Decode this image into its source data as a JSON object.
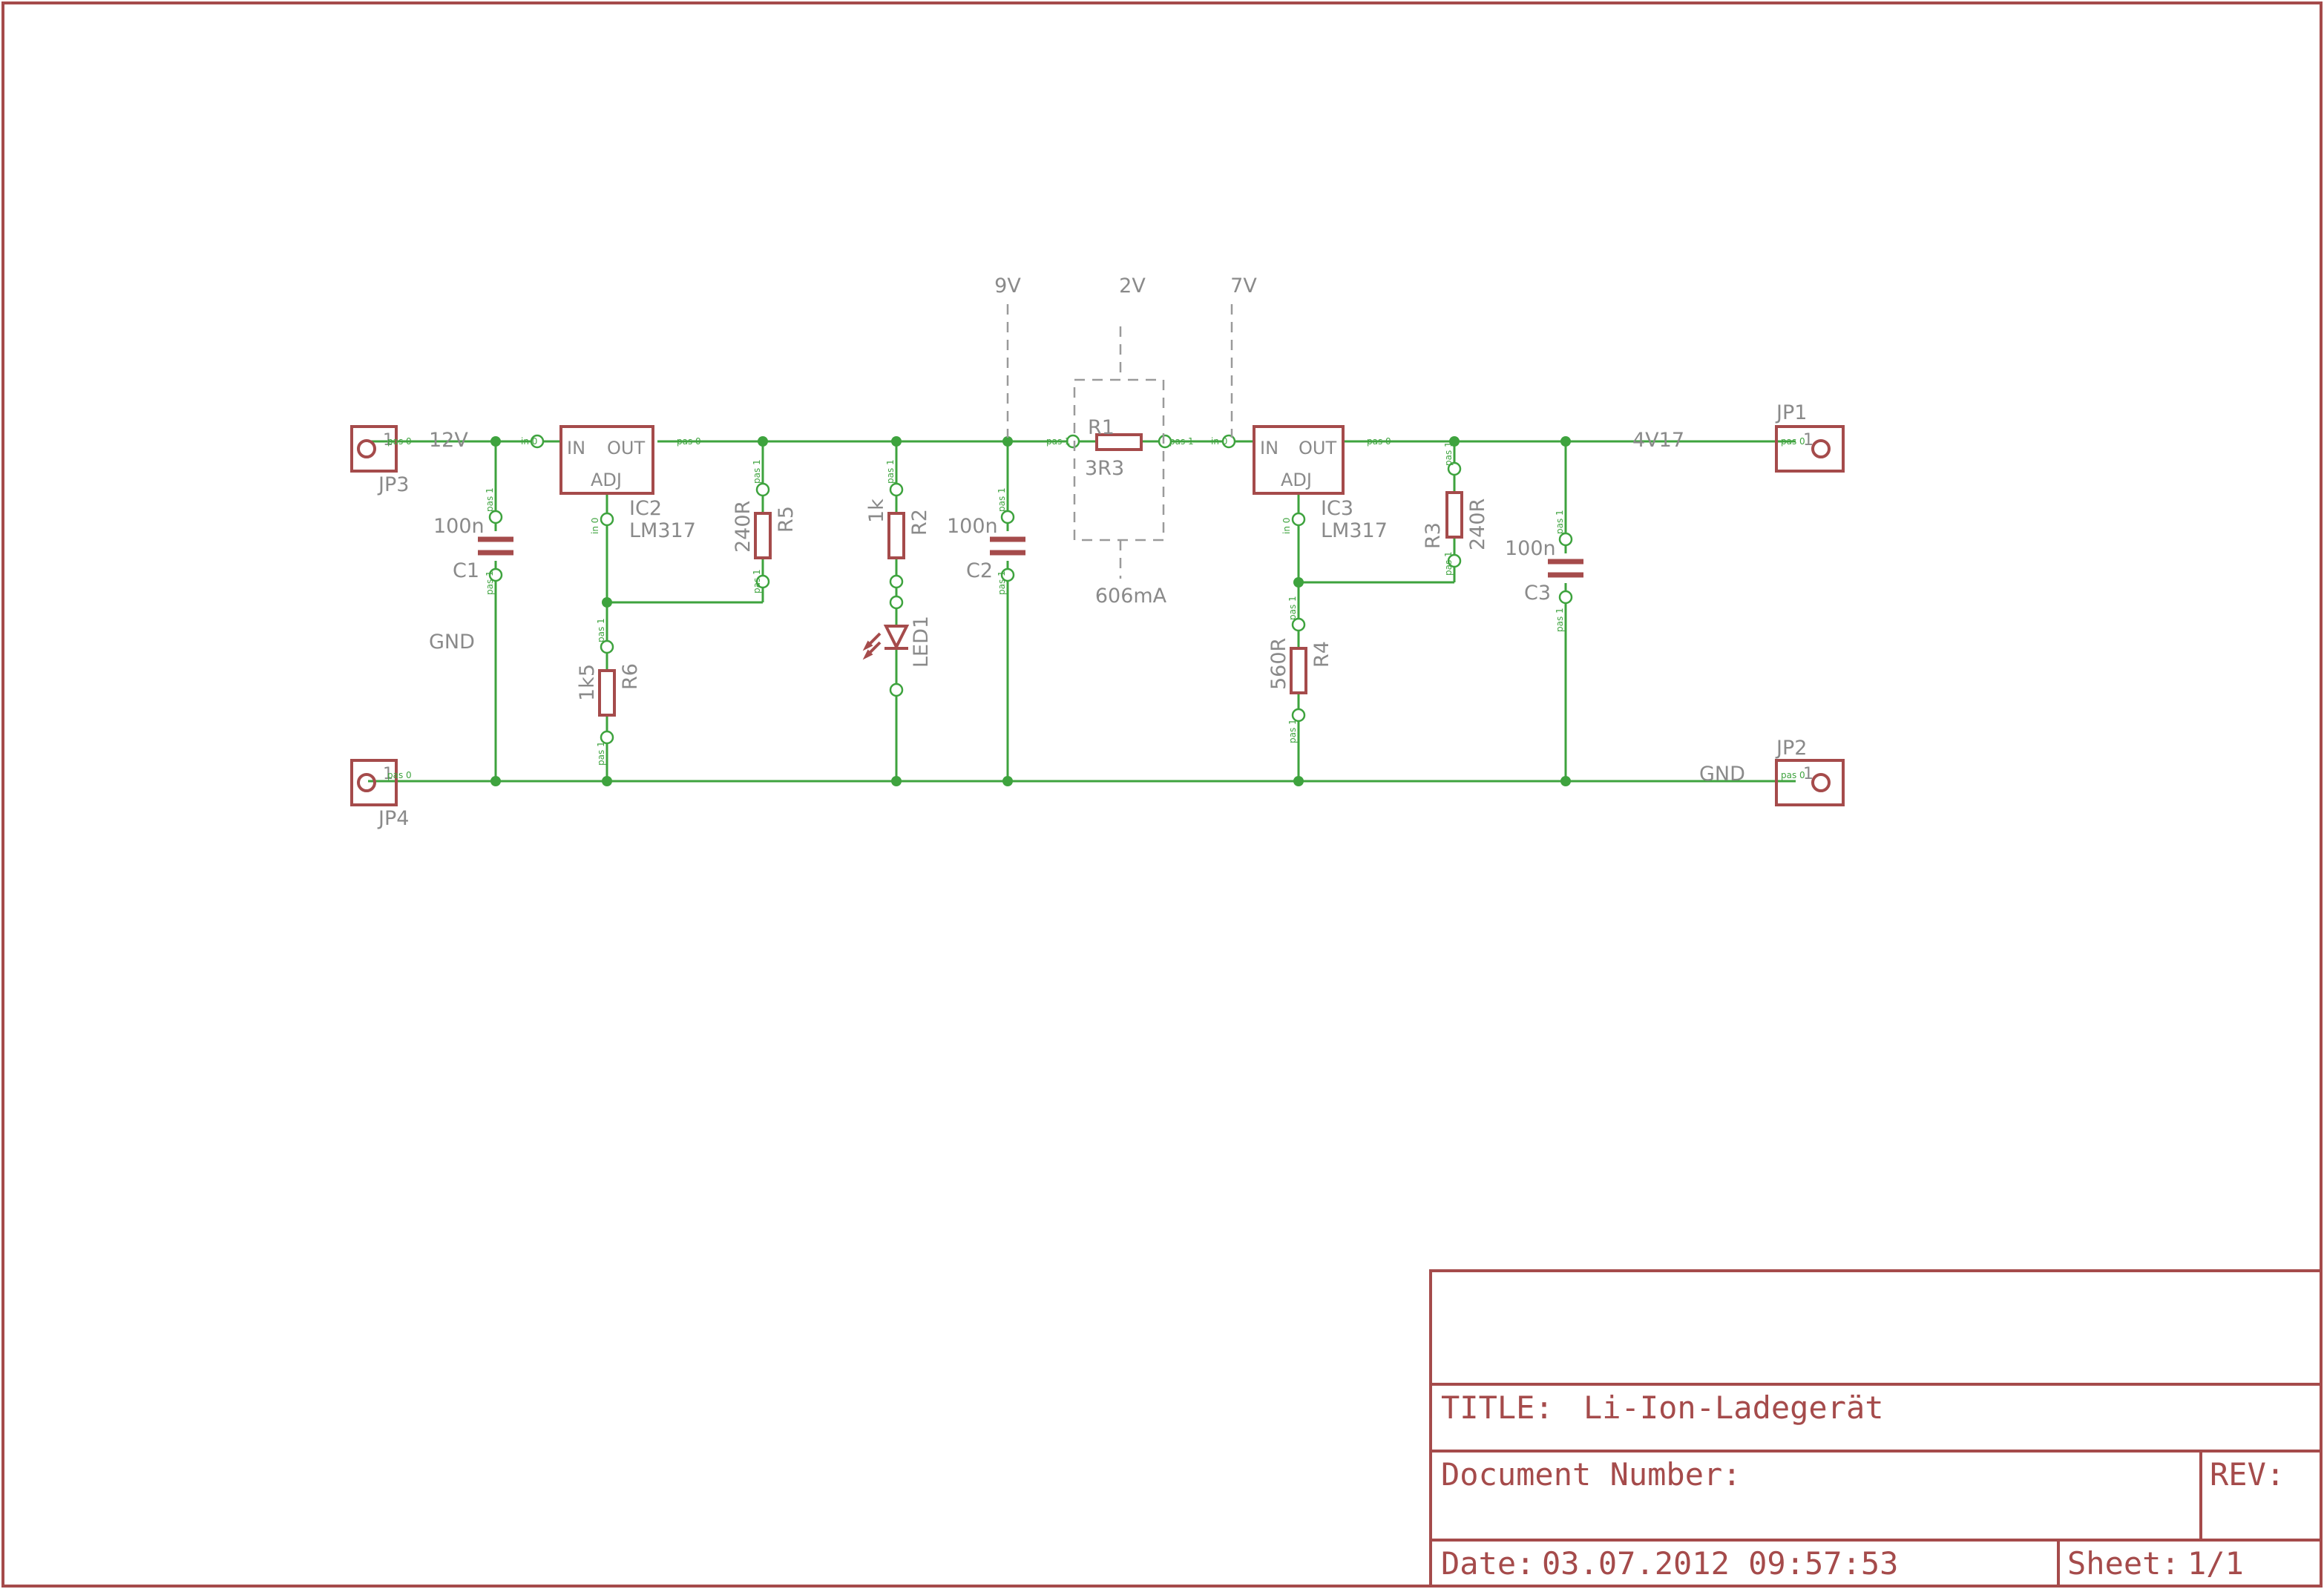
{
  "title_block": {
    "title_label": "TITLE:",
    "title_value": "Li-Ion-Ladegerät",
    "document_number_label": "Document Number:",
    "rev_label": "REV:",
    "date_label": "Date:",
    "date_value": "03.07.2012 09:57:53",
    "sheet_label": "Sheet:",
    "sheet_value": "1/1"
  },
  "connectors": {
    "jp1": {
      "name": "JP1",
      "pin": "1"
    },
    "jp2": {
      "name": "JP2",
      "pin": "1"
    },
    "jp3": {
      "name": "JP3",
      "pin": "1"
    },
    "jp4": {
      "name": "JP4",
      "pin": "1"
    }
  },
  "regulators": {
    "ic2": {
      "name": "IC2",
      "value": "LM317",
      "in": "IN",
      "out": "OUT",
      "adj": "ADJ"
    },
    "ic3": {
      "name": "IC3",
      "value": "LM317",
      "in": "IN",
      "out": "OUT",
      "adj": "ADJ"
    }
  },
  "resistors": {
    "r1": {
      "name": "R1",
      "value": "3R3"
    },
    "r2": {
      "name": "R2",
      "value": "1k"
    },
    "r3": {
      "name": "R3",
      "value": "240R"
    },
    "r4": {
      "name": "R4",
      "value": "560R"
    },
    "r5": {
      "name": "R5",
      "value": "240R"
    },
    "r6": {
      "name": "R6",
      "value": "1k5"
    }
  },
  "capacitors": {
    "c1": {
      "name": "C1",
      "value": "100n"
    },
    "c2": {
      "name": "C2",
      "value": "100n"
    },
    "c3": {
      "name": "C3",
      "value": "100n"
    }
  },
  "led": {
    "name": "LED1"
  },
  "nets": {
    "input_voltage": "12V",
    "gnd_left": "GND",
    "gnd_right": "GND",
    "output_voltage": "4V17"
  },
  "measurements": {
    "v_before_shunt": "9V",
    "v_across_shunt": "2V",
    "v_after_shunt": "7V",
    "shunt_current": "606mA"
  },
  "pin_tags": {
    "pas0": "pas 0",
    "pas1": "pas 1",
    "in0": "in 0"
  }
}
